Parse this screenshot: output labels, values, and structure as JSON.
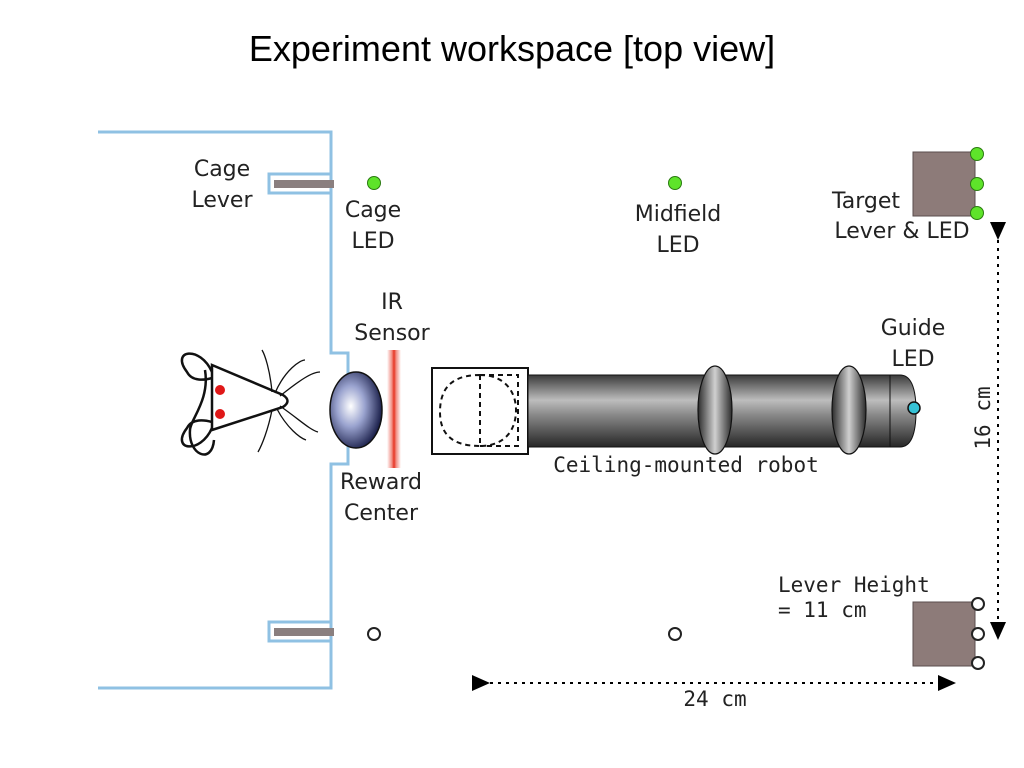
{
  "title": "Experiment workspace [top view]",
  "colors": {
    "cage_wall": "#8fc1e3",
    "lever": "#8a7f7f",
    "lever_box": "#8d7b79",
    "led_on": "#5ee32a",
    "guide_led": "#36c2d6",
    "reward_glow": "#e9493a",
    "mouse_eye": "#e01818",
    "robot_body": "#4a4a4a"
  },
  "labels": {
    "cage_lever": [
      "Cage",
      "Lever"
    ],
    "cage_led": [
      "Cage",
      "LED"
    ],
    "midfield_led": [
      "Midfield",
      "LED"
    ],
    "target_lever_led": [
      "Target",
      "Lever & LED"
    ],
    "ir_sensor": [
      "IR",
      "Sensor"
    ],
    "guide_led": [
      "Guide",
      "LED"
    ],
    "reward_center": [
      "Reward",
      "Center"
    ],
    "robot": "Ceiling-mounted robot",
    "lever_height": [
      "Lever Height",
      "= 11 cm"
    ],
    "dim_vertical": "16 cm",
    "dim_horizontal": "24 cm"
  }
}
